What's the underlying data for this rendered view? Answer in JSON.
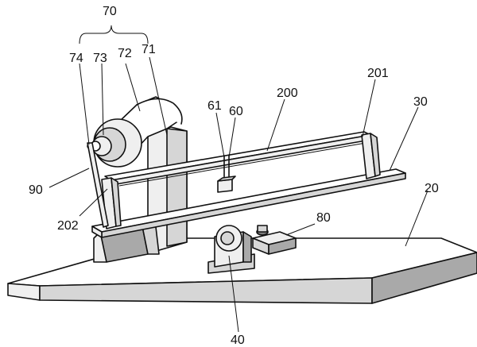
{
  "labels": {
    "l70": "70",
    "l74": "74",
    "l73": "73",
    "l72": "72",
    "l71": "71",
    "l61": "61",
    "l60": "60",
    "l200": "200",
    "l201": "201",
    "l30": "30",
    "l90": "90",
    "l202": "202",
    "l80": "80",
    "l20": "20",
    "l40": "40"
  }
}
